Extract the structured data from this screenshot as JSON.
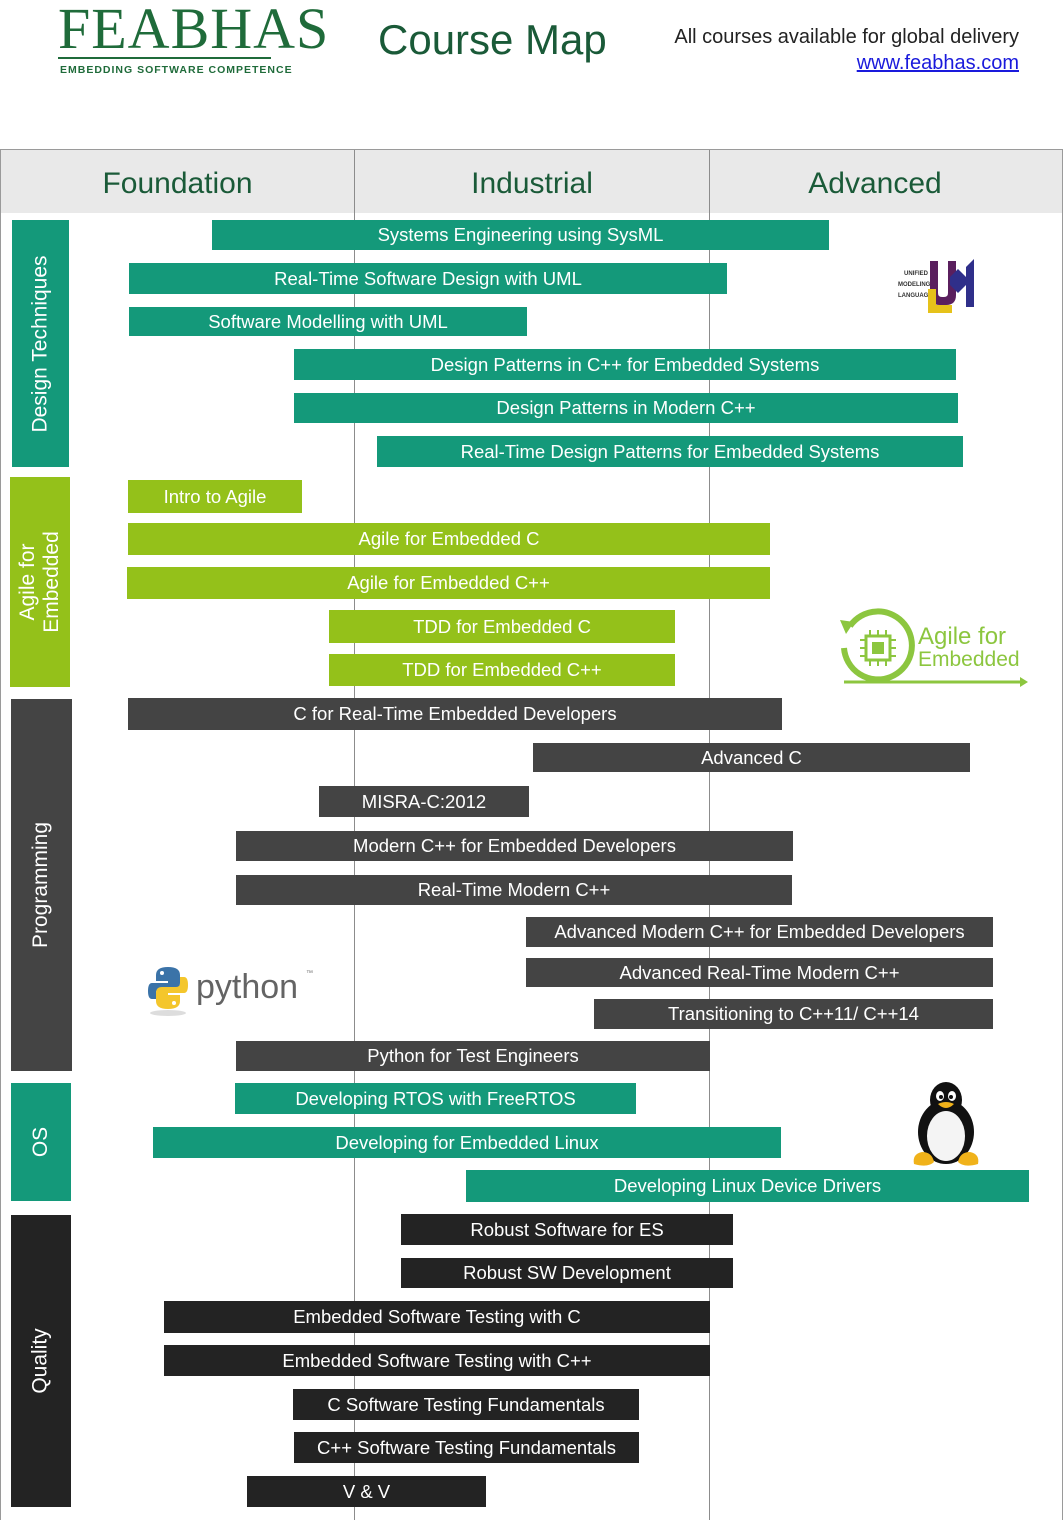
{
  "header": {
    "logo_name": "FEABHAS",
    "logo_tagline": "EMBEDDING SOFTWARE COMPETENCE",
    "title": "Course Map",
    "delivery_note": "All courses available for global delivery",
    "website": "www.feabhas.com"
  },
  "columns": [
    "Foundation",
    "Industrial",
    "Advanced"
  ],
  "sections": {
    "design": "Design Techniques",
    "agile": "Agile for Embedded",
    "programming": "Programming",
    "os": "OS",
    "quality": "Quality"
  },
  "courses": {
    "design": [
      "Systems Engineering using SysML",
      "Real-Time Software Design with UML",
      "Software Modelling with UML",
      "Design Patterns in C++ for Embedded Systems",
      "Design Patterns in Modern C++",
      "Real-Time Design Patterns for Embedded Systems"
    ],
    "agile": [
      "Intro to Agile",
      "Agile for Embedded C",
      "Agile for Embedded C++",
      "TDD for Embedded C",
      "TDD for Embedded C++"
    ],
    "programming": [
      "C for Real-Time Embedded Developers",
      "Advanced C",
      "MISRA-C:2012",
      "Modern C++ for Embedded Developers",
      "Real-Time Modern C++",
      "Advanced Modern C++ for Embedded Developers",
      "Advanced Real-Time Modern C++",
      "Transitioning to C++11/ C++14",
      "Python for Test Engineers"
    ],
    "os": [
      "Developing RTOS with FreeRTOS",
      "Developing for Embedded Linux",
      "Developing Linux Device Drivers"
    ],
    "quality": [
      "Robust Software for ES",
      "Robust SW Development",
      "Embedded Software Testing with C",
      "Embedded Software Testing with C++",
      "C Software Testing Fundamentals",
      "C++ Software Testing Fundamentals",
      "V & V"
    ]
  },
  "logos": {
    "uml": [
      "UNIFIED",
      "MODELING",
      "LANGUAGE"
    ],
    "agile": [
      "Agile for",
      "Embedded"
    ],
    "python": "python"
  },
  "colors": {
    "brand_green": "#1f6b3a",
    "teal": "#14997a",
    "lime": "#94c11a",
    "programming_gray": "#444444",
    "quality_black": "#232323",
    "link_blue": "#1a1adc"
  }
}
